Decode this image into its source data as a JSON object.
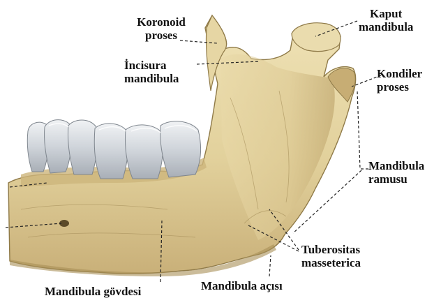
{
  "labels": {
    "coronoid": {
      "line1": "Koronoid",
      "line2": "proses"
    },
    "incisura": {
      "line1": "İncisura",
      "line2": "mandibula"
    },
    "caput": {
      "line1": "Kaput",
      "line2": "mandibula"
    },
    "condylar": {
      "line1": "Kondiler",
      "line2": "proses"
    },
    "ramus": {
      "line1": "Mandibula",
      "line2": "ramusu"
    },
    "tuberositas": {
      "line1": "Tuberositas",
      "line2": "masseterica"
    },
    "angle": {
      "text": "Mandibula açısı"
    },
    "body": {
      "text": "Mandibula gövdesi"
    }
  },
  "colors": {
    "bone": "#e2d2a0",
    "bone_shadow": "#b89f63",
    "bone_dark": "#8f7a48",
    "teeth": "#d9dde2",
    "teeth_shadow": "#9ea4ac",
    "leader": "#222222",
    "text": "#111111"
  }
}
